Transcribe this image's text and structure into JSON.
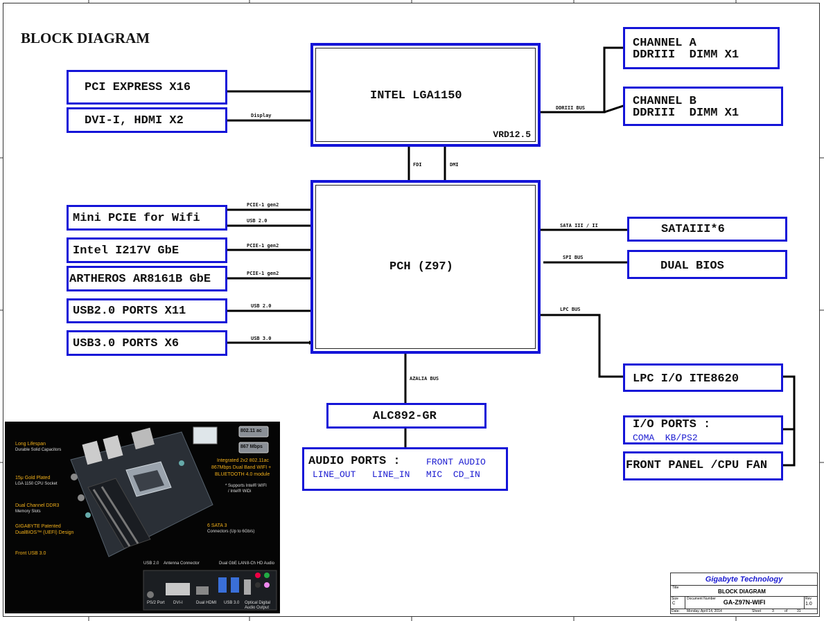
{
  "page_title": "BLOCK DIAGRAM",
  "blocks": {
    "cpu": "INTEL LGA1150",
    "cpu_vrd": "VRD12.5",
    "pch": "PCH (Z97)",
    "pcie_x16": "PCI EXPRESS X16",
    "dvi_hdmi": "DVI-I, HDMI X2",
    "mini_pcie": "Mini PCIE for Wifi",
    "gbe_intel": "Intel I217V GbE",
    "gbe_atheros": "ARTHEROS AR8161B GbE",
    "usb2_ports": "USB2.0 PORTS X11",
    "usb3_ports": "USB3.0 PORTS X6",
    "channel_a_line1": "CHANNEL A",
    "channel_a_line2": "DDRIII  DIMM X1",
    "channel_b_line1": "CHANNEL B",
    "channel_b_line2": "DDRIII  DIMM X1",
    "sata": "SATAIII*6",
    "bios": "DUAL BIOS",
    "lpc_io": "LPC I/O ITE8620",
    "io_ports": "I/O PORTS :",
    "io_ports_sub": "COMA  KB/PS2",
    "front_panel": "FRONT PANEL /CPU FAN",
    "codec": "ALC892-GR",
    "audio_ports": "AUDIO PORTS :",
    "audio_front": "FRONT AUDIO",
    "audio_sub": "LINE_OUT   LINE_IN   MIC  CD_IN"
  },
  "bus_labels": {
    "display": "Display",
    "ddr": "DDRIII BUS",
    "fdi": "FDI",
    "dmi": "DMI",
    "pcie_wifi": "PCIE-1 gen2",
    "usb_wifi": "USB 2.0",
    "pcie_intel": "PCIE-1 gen2",
    "pcie_atheros": "PCIE-1 gen2",
    "usb2": "USB 2.0",
    "usb3": "USB 3.0",
    "sata": "SATA III / II",
    "spi": "SPI BUS",
    "lpc": "LPC BUS",
    "azalia": "AZALIA BUS"
  },
  "photo": {
    "features": [
      {
        "title": "Long Lifespan",
        "sub": "Durable Solid Capacitors"
      },
      {
        "title": "15μ Gold Plated",
        "sub": "LGA 1150 CPU Socket"
      },
      {
        "title": "Dual Channel DDR3",
        "sub": "Memory Slots"
      },
      {
        "title": "GIGABYTE Patented",
        "sub": "DualBIOS™ (UEFI) Design"
      },
      {
        "title": "Front USB 3.0",
        "sub": ""
      }
    ],
    "wifi_line1": "Integrated 2x2 802.11ac",
    "wifi_line2": "867Mbps Dual Band WIFI +",
    "wifi_line3": "BLUETOOTH 4.0 module",
    "wifi_note1": "* Supports Intel® WIFI",
    "wifi_note2": "/ Intel® WiDi",
    "badge1": "802.11 ac",
    "badge2": "867 Mbps",
    "sata_title": "6 SATA 3",
    "sata_sub": "Connectors (Up to 6Gb/s)",
    "io_top": [
      "USB 2.0",
      "Antenna Connector",
      "Dual GbE LAN",
      "8-Ch HD Audio"
    ],
    "io_bottom": [
      "PS/2 Port",
      "DVI-I",
      "Dual HDMI",
      "USB 3.0",
      "Optical Digital Audio Output"
    ]
  },
  "title_block": {
    "company": "Gigabyte Technology",
    "title_label": "Title",
    "title": "BLOCK DIAGRAM",
    "size_label": "Size",
    "size": "C",
    "docnum_label": "Document Number",
    "docnum": "GA-Z97N-WIFI",
    "rev_label": "Rev",
    "rev": "1.0",
    "date_label": "Date:",
    "date": "Monday, April 14, 2014",
    "sheet_label": "Sheet",
    "sheet": "3",
    "of_label": "of",
    "of": "31"
  },
  "colors": {
    "block_border": "#1414d8",
    "wire": "#000000",
    "photo_accent": "#f2b01a",
    "company": "#1a1ad0"
  }
}
